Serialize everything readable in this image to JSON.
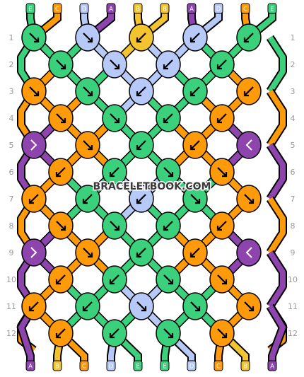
{
  "colors": {
    "A": "#8e44ad",
    "B": "#f4c430",
    "C": "#ff9a0b",
    "D": "#b6c9f7",
    "E": "#3ad07c",
    "outline": "#000000",
    "row_label": "#9a9a9a"
  },
  "top_labels": [
    "E",
    "C",
    "D",
    "A",
    "B",
    "B",
    "A",
    "D",
    "C",
    "E"
  ],
  "bottom_labels": [
    "A",
    "B",
    "C",
    "D",
    "E",
    "E",
    "D",
    "C",
    "B",
    "A"
  ],
  "row_labels": [
    "1",
    "2",
    "3",
    "4",
    "5",
    "6",
    "7",
    "8",
    "9",
    "10",
    "11",
    "12"
  ],
  "watermark": "BRACELETBOOK.COM",
  "knots": [
    {
      "row": 1,
      "items": [
        {
          "c": "E",
          "d": "se"
        },
        {
          "c": "D",
          "d": "se"
        },
        {
          "c": "B",
          "d": "sw"
        },
        {
          "c": "D",
          "d": "sw"
        },
        {
          "c": "E",
          "d": "sw"
        }
      ]
    },
    {
      "row": 2,
      "items": [
        {
          "c": "E",
          "d": "se"
        },
        {
          "c": "D",
          "d": "se"
        },
        {
          "c": "D",
          "d": "sw"
        },
        {
          "c": "E",
          "d": "sw"
        }
      ]
    },
    {
      "row": 3,
      "items": [
        {
          "c": "C",
          "d": "se"
        },
        {
          "c": "E",
          "d": "se"
        },
        {
          "c": "D",
          "d": "sw"
        },
        {
          "c": "E",
          "d": "sw"
        },
        {
          "c": "C",
          "d": "sw"
        }
      ]
    },
    {
      "row": 4,
      "items": [
        {
          "c": "C",
          "d": "se"
        },
        {
          "c": "E",
          "d": "se"
        },
        {
          "c": "E",
          "d": "sw"
        },
        {
          "c": "C",
          "d": "sw"
        }
      ]
    },
    {
      "row": 5,
      "items": [
        {
          "c": "A",
          "d": "s"
        },
        {
          "c": "C",
          "d": "se"
        },
        {
          "c": "E",
          "d": "sw"
        },
        {
          "c": "C",
          "d": "sw"
        },
        {
          "c": "A",
          "d": "s"
        }
      ]
    },
    {
      "row": 6,
      "items": [
        {
          "c": "C",
          "d": "sw"
        },
        {
          "c": "E",
          "d": "sw"
        },
        {
          "c": "E",
          "d": "se"
        },
        {
          "c": "C",
          "d": "se"
        }
      ]
    },
    {
      "row": 7,
      "items": [
        {
          "c": "C",
          "d": "sw"
        },
        {
          "c": "E",
          "d": "sw"
        },
        {
          "c": "D",
          "d": "sw"
        },
        {
          "c": "E",
          "d": "se"
        },
        {
          "c": "C",
          "d": "se"
        }
      ]
    },
    {
      "row": 8,
      "items": [
        {
          "c": "C",
          "d": "se"
        },
        {
          "c": "E",
          "d": "se"
        },
        {
          "c": "E",
          "d": "sw"
        },
        {
          "c": "C",
          "d": "sw"
        }
      ]
    },
    {
      "row": 9,
      "items": [
        {
          "c": "A",
          "d": "s"
        },
        {
          "c": "C",
          "d": "se"
        },
        {
          "c": "E",
          "d": "sw"
        },
        {
          "c": "C",
          "d": "sw"
        },
        {
          "c": "A",
          "d": "s"
        }
      ]
    },
    {
      "row": 10,
      "items": [
        {
          "c": "C",
          "d": "sw"
        },
        {
          "c": "E",
          "d": "sw"
        },
        {
          "c": "E",
          "d": "se"
        },
        {
          "c": "C",
          "d": "se"
        }
      ]
    },
    {
      "row": 11,
      "items": [
        {
          "c": "C",
          "d": "sw"
        },
        {
          "c": "E",
          "d": "sw"
        },
        {
          "c": "D",
          "d": "se"
        },
        {
          "c": "E",
          "d": "se"
        },
        {
          "c": "C",
          "d": "se"
        }
      ]
    },
    {
      "row": 12,
      "items": [
        {
          "c": "C",
          "d": "sw"
        },
        {
          "c": "E",
          "d": "sw"
        },
        {
          "c": "E",
          "d": "se"
        },
        {
          "c": "C",
          "d": "se"
        }
      ]
    }
  ]
}
